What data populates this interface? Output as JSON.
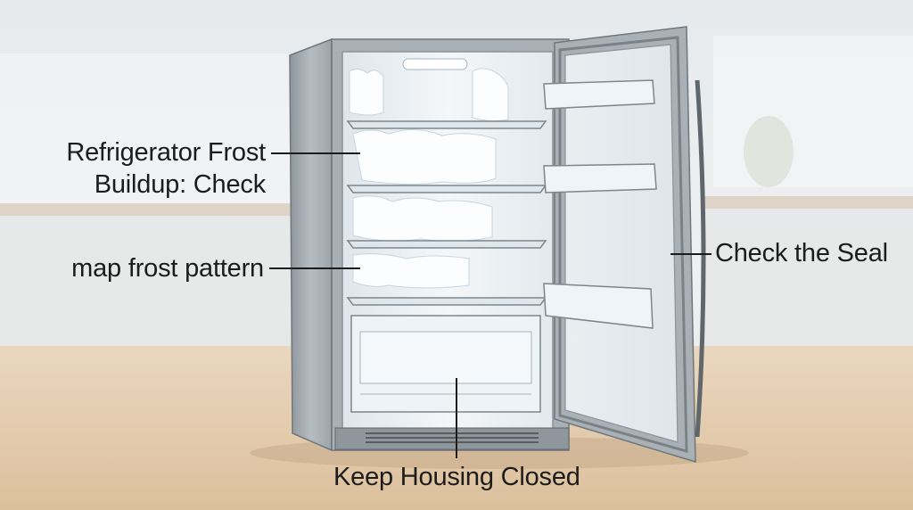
{
  "labels": {
    "frost_line1": "Refrigerator Frost",
    "frost_line2": "Buildup: Check",
    "map_frost": "map frost pattern",
    "check_seal": "Check the Seal",
    "keep_closed": "Keep Housing Closed"
  },
  "colors": {
    "steel": "#9aa2a8",
    "interior": "#eef3f6",
    "frost": "#f6f9fb",
    "floor": "#e3c8a6",
    "leader": "#1c1c1c"
  }
}
